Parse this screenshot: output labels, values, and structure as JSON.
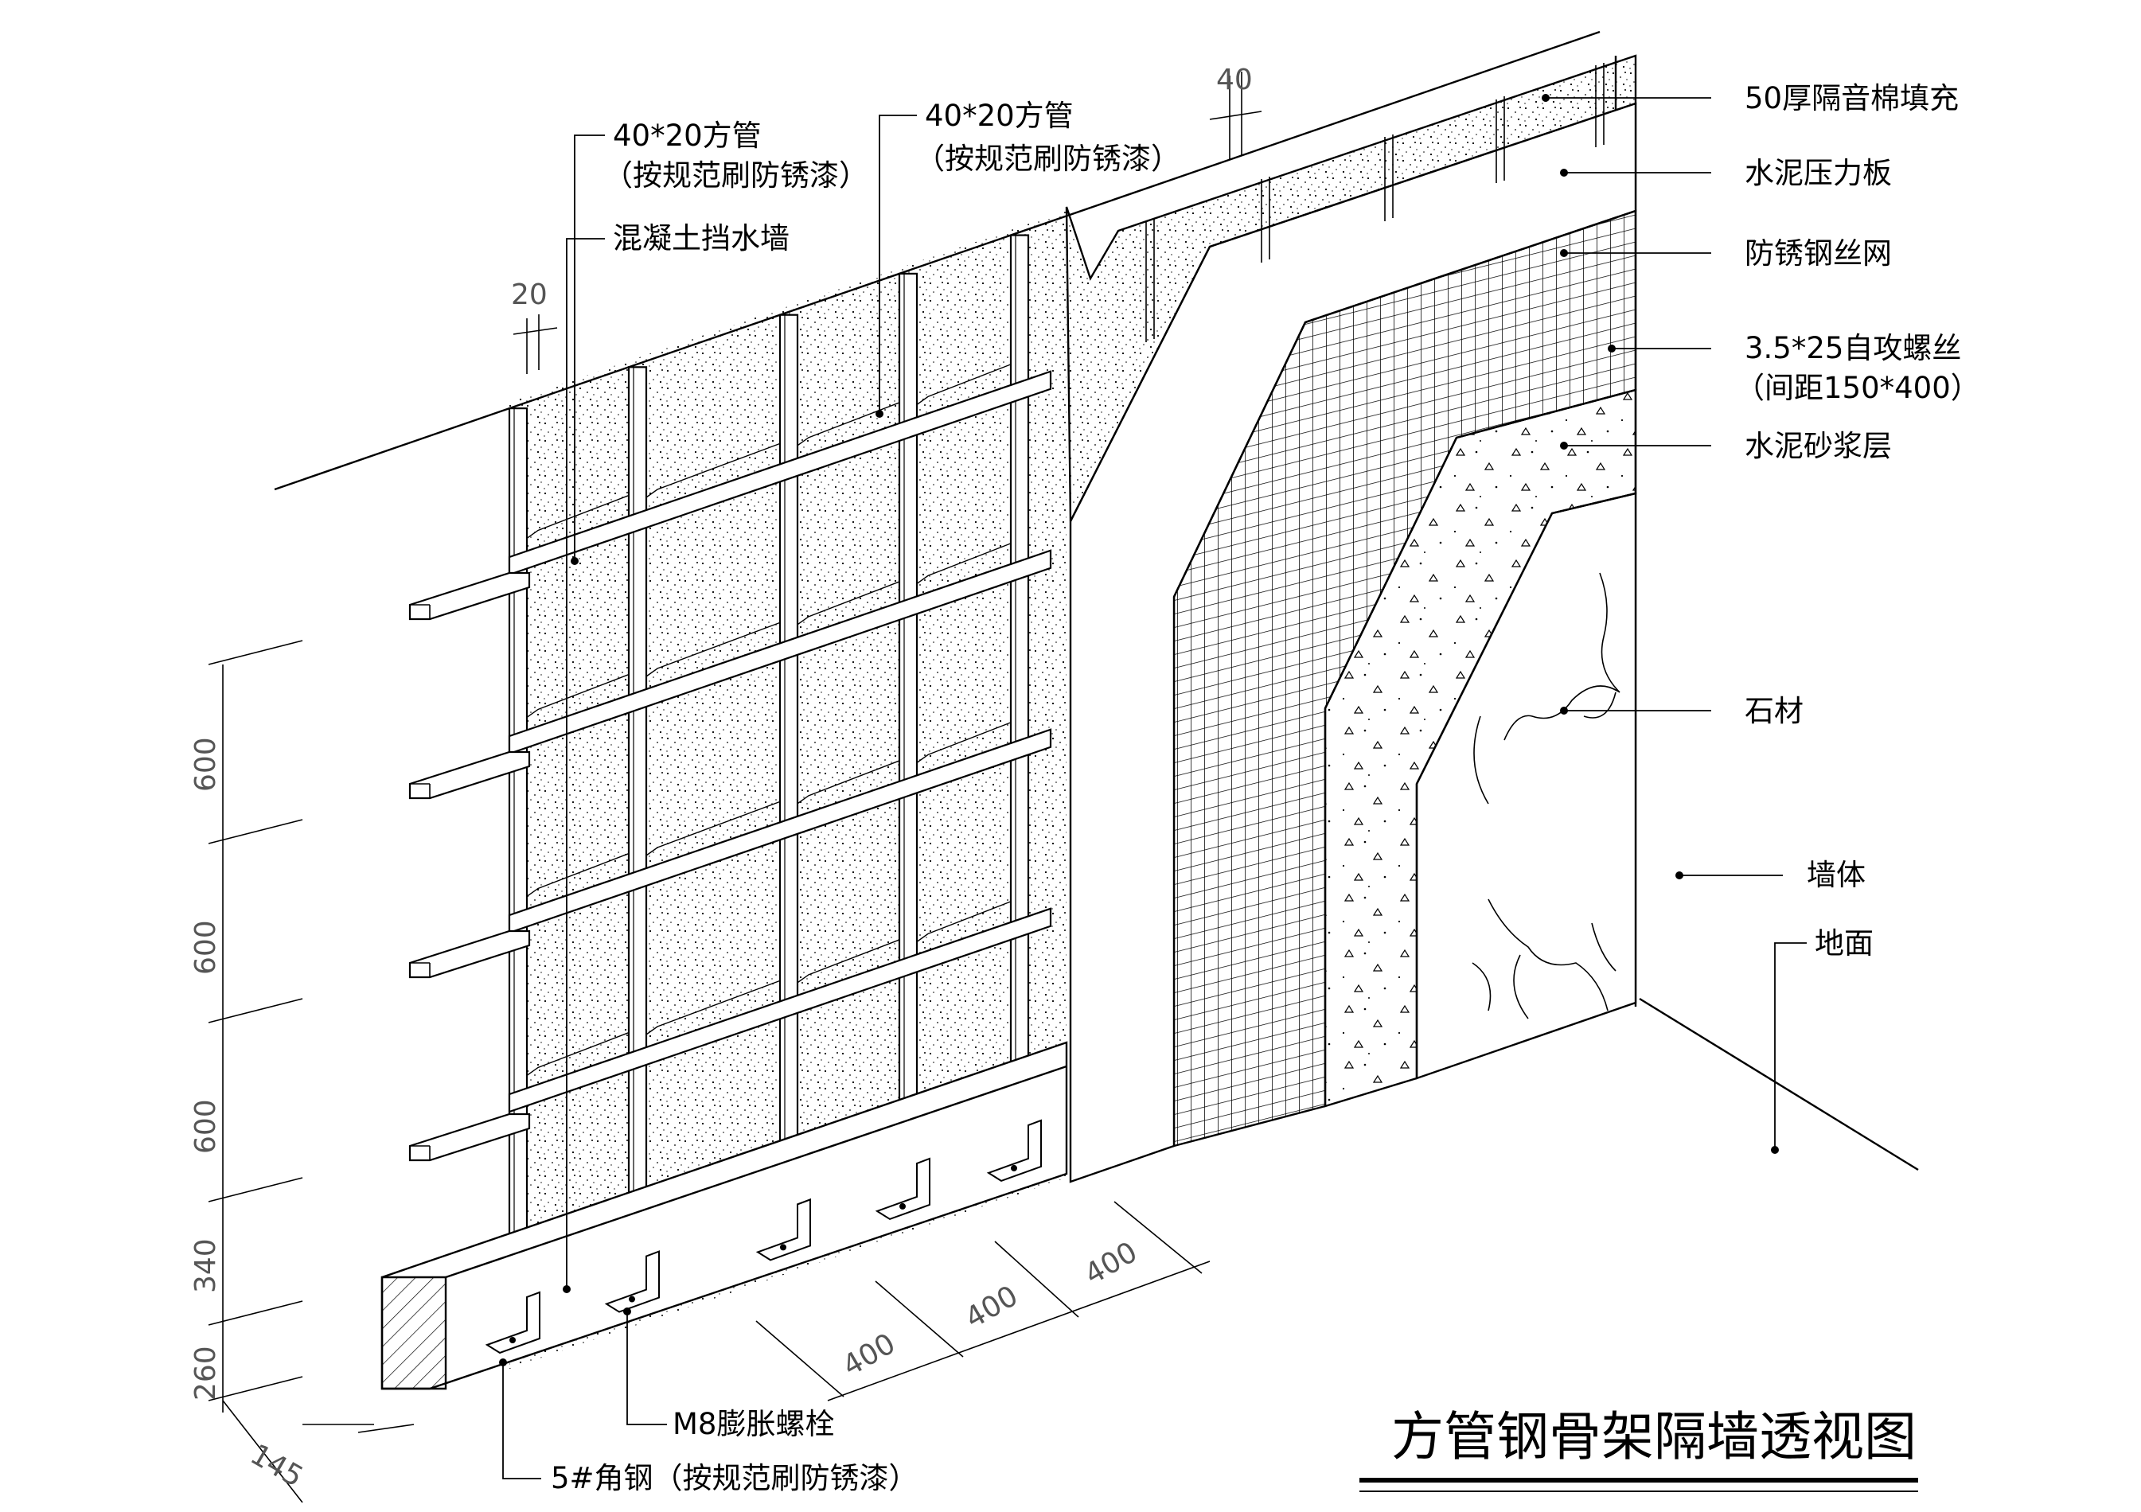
{
  "title": "方管钢骨架隔墙透视图",
  "labels": {
    "tube_left_1": "40*20方管",
    "tube_left_2": "（按规范刷防锈漆）",
    "concrete_wall": "混凝土挡水墙",
    "tube_mid_1": "40*20方管",
    "tube_mid_2": "（按规范刷防锈漆）",
    "insulation": "50厚隔音棉填充",
    "cement_board": "水泥压力板",
    "wire_mesh": "防锈钢丝网",
    "screw_1": "3.5*25自攻螺丝",
    "screw_2": "（间距150*400）",
    "mortar": "水泥砂浆层",
    "stone": "石材",
    "wall_body": "墙体",
    "ground": "地面",
    "bolt": "M8膨胀螺栓",
    "angle_steel": "5#角钢（按规范刷防锈漆）"
  },
  "dimensions": {
    "top_40": "40",
    "top_20": "20",
    "v_600_a": "600",
    "v_600_b": "600",
    "v_600_c": "600",
    "v_340": "340",
    "v_260": "260",
    "b_145": "145",
    "h_400_a": "400",
    "h_400_b": "400",
    "h_400_c": "400"
  },
  "colors": {
    "line": "#000000",
    "dimension_text": "#555555",
    "background": "#ffffff"
  }
}
